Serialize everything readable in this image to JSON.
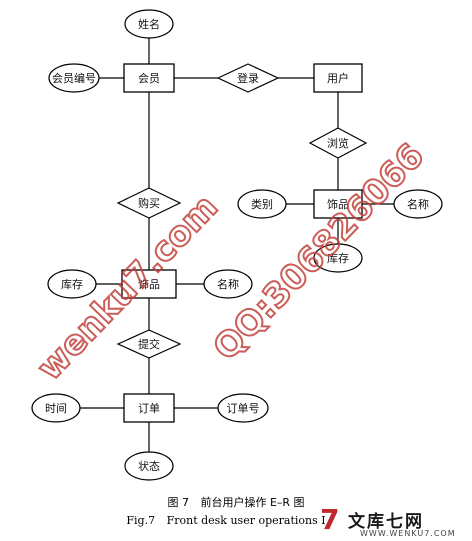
{
  "entities": {
    "member": "会员",
    "user": "用户",
    "goods_top": "饰品",
    "goods_mid": "饰品",
    "order": "订单"
  },
  "relationships": {
    "login": "登录",
    "browse": "浏览",
    "buy": "购买",
    "submit": "提交"
  },
  "attributes": {
    "name": "姓名",
    "member_no": "会员编号",
    "category": "类别",
    "goods_name": "名称",
    "stock_top": "库存",
    "stock_mid": "库存",
    "name_mid": "名称",
    "time": "时间",
    "order_no": "订单号",
    "status": "状态"
  },
  "caption": {
    "cn_prefix": "图 7",
    "cn_title": "前台用户操作 E–R 图",
    "en_prefix": "Fig.7",
    "en_title": "Front desk user operations I"
  },
  "watermarks": {
    "site": "wenku7.com",
    "qq": "QQ:306826066"
  },
  "logo": {
    "mark": "7",
    "text": "文库七网",
    "url": "WWW.WENKU7.COM",
    "color": "#c0282e"
  }
}
